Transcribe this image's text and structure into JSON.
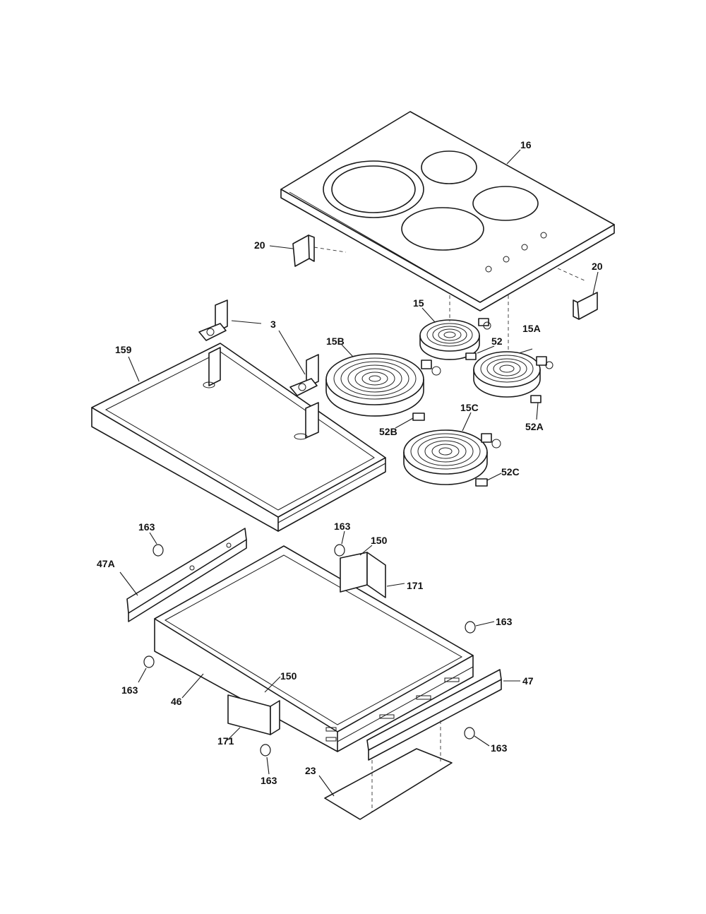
{
  "diagram": {
    "labels": {
      "cooktop": "16",
      "bracket_left": "20",
      "bracket_right": "20",
      "element_rear_small": "15",
      "element_right": "15A",
      "element_left_large": "15B",
      "element_front": "15C",
      "terminal_block": "52",
      "terminal_block_a": "52A",
      "terminal_block_b": "52B",
      "terminal_block_c": "52C",
      "bracket_3": "3",
      "frame_159": "159",
      "plug_top_left": "163",
      "plug_top_mid": "163",
      "plug_right": "163",
      "plug_left": "163",
      "plug_bottom_right": "163",
      "plug_bottom_mid": "163",
      "rail_left": "47A",
      "rail_right": "47",
      "bracket_150_top": "150",
      "bracket_150_bottom": "150",
      "clip_171_top": "171",
      "clip_171_bottom": "171",
      "box_46": "46",
      "cover_23": "23"
    }
  }
}
